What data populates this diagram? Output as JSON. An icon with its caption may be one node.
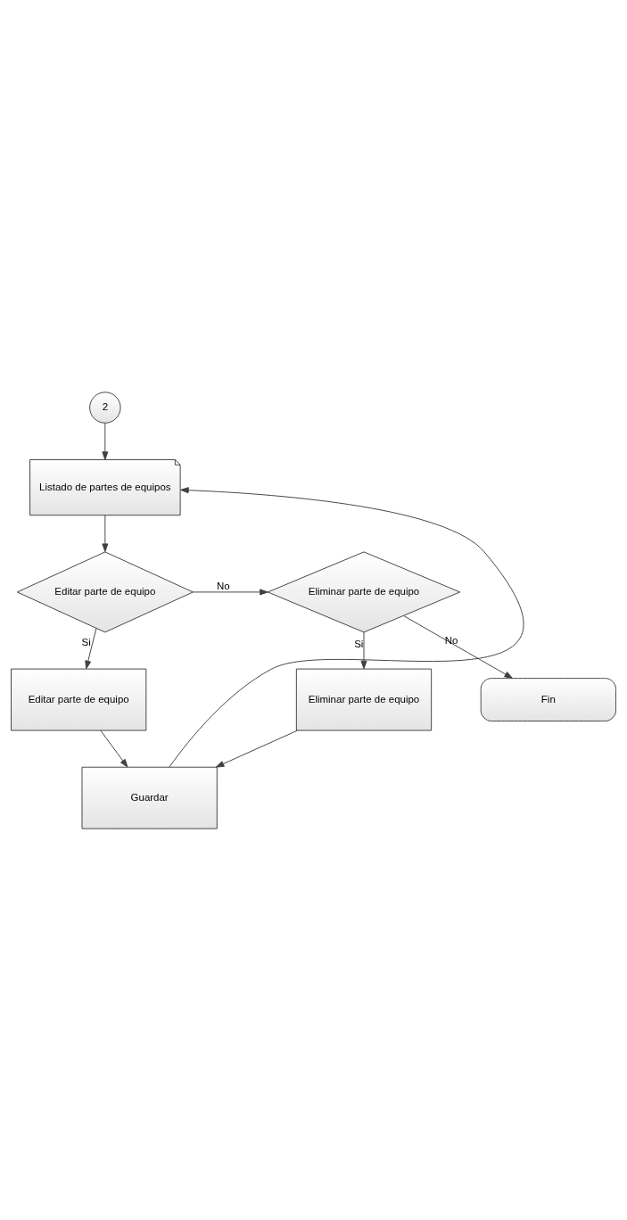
{
  "diagram": {
    "nodes": [
      {
        "text": [
          "2"
        ]
      },
      {
        "text": [
          "Listado de partes de equipos"
        ]
      },
      {
        "text": [
          "Editar parte de equipo"
        ]
      },
      {
        "text": [
          "Eliminar parte de equipo"
        ]
      },
      {
        "text": [
          "Editar parte de equipo"
        ]
      },
      {
        "text": [
          "Eliminar parte de equipo"
        ]
      },
      {
        "text": [
          "Guardar"
        ]
      },
      {
        "text": [
          "Fin"
        ]
      }
    ],
    "edges": [
      {
        "from": 0,
        "to": 1,
        "arrow": "to"
      },
      {
        "from": 1,
        "to": 2,
        "arrow": "to"
      },
      {
        "from": 2,
        "to": 3,
        "label": "No",
        "arrow": "to"
      },
      {
        "from": 2,
        "to": 4,
        "label": "Si",
        "arrow": "to"
      },
      {
        "from": 3,
        "to": 5,
        "label": "Si",
        "arrow": "to"
      },
      {
        "from": 3,
        "to": 7,
        "label": "No",
        "arrow": "to"
      },
      {
        "from": 4,
        "to": 6,
        "arrow": "to"
      },
      {
        "from": 5,
        "to": 6,
        "arrow": "to"
      },
      {
        "from": 6,
        "to": 1,
        "arrow": "to"
      }
    ]
  }
}
